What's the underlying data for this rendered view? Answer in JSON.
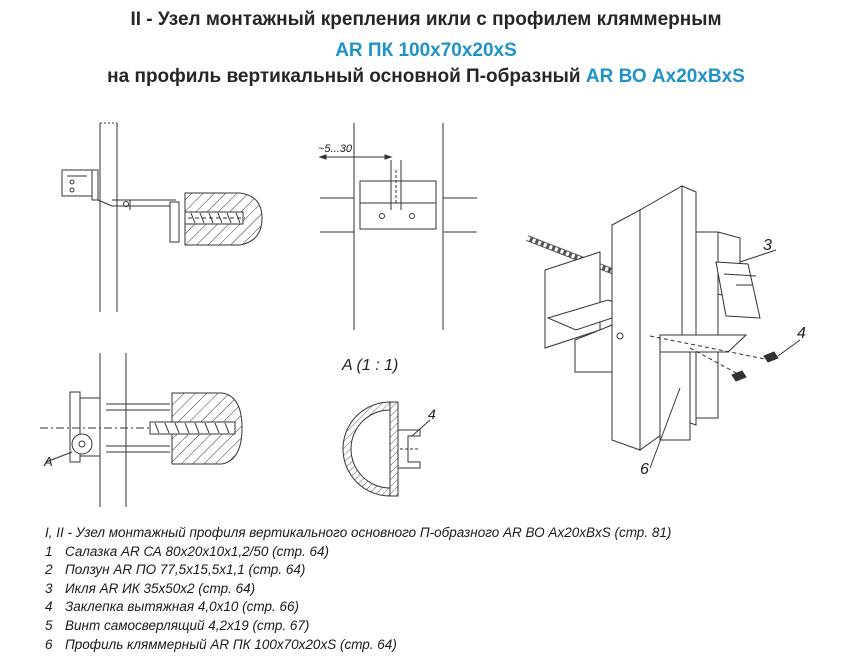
{
  "header": {
    "line1": "II - Узел монтажный крепления икли с профилем кляммерным",
    "line2": "AR ПК 100x70x20xS",
    "line3_text": "на профиль вертикальный основной П-образный",
    "line3_code": "AR ВО Ax20xBxS"
  },
  "drawing": {
    "dimension_label": "~5...30",
    "detail_label": "A (1 : 1)",
    "detail_marker": "A",
    "callouts": {
      "c3": "3",
      "c4": "4",
      "c6": "6",
      "c4_detail": "4"
    }
  },
  "legend": {
    "intro": "I, II - Узел монтажный профиля вертикального основного П-образного AR ВО Ax20xBxS (стр. 81)",
    "items": [
      {
        "num": "1",
        "text": "Салазка AR СА 80x20x10x1,2/50 (стр. 64)"
      },
      {
        "num": "2",
        "text": "Ползун AR ПО 77,5x15,5x1,1 (стр. 64)"
      },
      {
        "num": "3",
        "text": "Икля AR ИК 35x50x2 (стр. 64)"
      },
      {
        "num": "4",
        "text": "Заклепка вытяжная 4,0x10 (стр. 66)"
      },
      {
        "num": "5",
        "text": "Винт самосверлящий 4,2x19 (стр. 67)"
      },
      {
        "num": "6",
        "text": "Профиль кляммерный AR ПК 100x70x20xS (стр. 64)"
      }
    ]
  },
  "colors": {
    "accent": "#1e93c9",
    "text": "#262626",
    "line": "#333333"
  }
}
